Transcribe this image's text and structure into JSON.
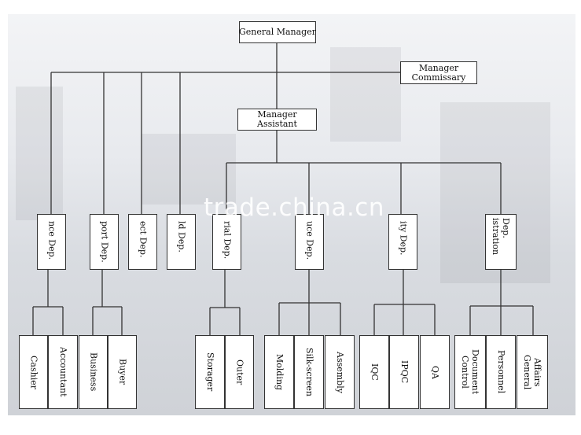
{
  "watermark": "trade.china.cn",
  "top": {
    "gm": "General Manager",
    "commissary": [
      "Manager",
      "Commissary"
    ],
    "assistant": [
      "Manager",
      "Assistant"
    ]
  },
  "departments": {
    "finance": "nce Dep.",
    "import": "port Dep.",
    "project": "ect Dep.",
    "world": "ld Dep.",
    "material": "rial Dep.",
    "produce": "uce Dep.",
    "quality": "ity Dep.",
    "administration": [
      "istration",
      "Dep."
    ]
  },
  "sections": {
    "cashier": "Cashier",
    "accountant": "Accountant",
    "business": "Business",
    "buyer": "Buyer",
    "storager": "Storager",
    "outer": "Outer",
    "molding": "Molding",
    "silkscreen": "Silk-screen",
    "assembly": "Assembly",
    "iqc": "IQC",
    "ipqc": "IPQC",
    "qa": "QA",
    "control_document": [
      "Control",
      "Document"
    ],
    "personnel": "Personnel",
    "general_affairs": [
      "General",
      "Affairs"
    ]
  }
}
